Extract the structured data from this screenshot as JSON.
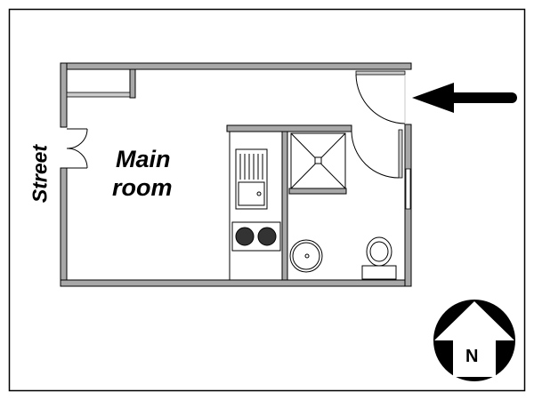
{
  "plan": {
    "room_label_line1": "Main",
    "room_label_line2": "room",
    "street_label": "Street",
    "compass_label": "N",
    "entrance_marker": "entrance-arrow-icon",
    "colors": {
      "wall": "#a8a8a8",
      "line": "#000000",
      "background": "#ffffff"
    }
  }
}
